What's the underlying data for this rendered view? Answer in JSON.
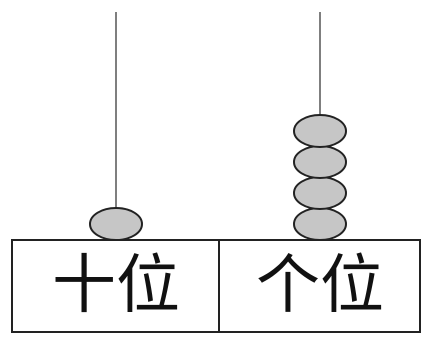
{
  "abacus": {
    "columns": [
      {
        "label": "十位",
        "beads": 1
      },
      {
        "label": "个位",
        "beads": 4
      }
    ],
    "colors": {
      "bead_fill": "#c6c6c6",
      "bead_stroke": "#222222",
      "rod": "#555555",
      "frame": "#222222"
    }
  }
}
